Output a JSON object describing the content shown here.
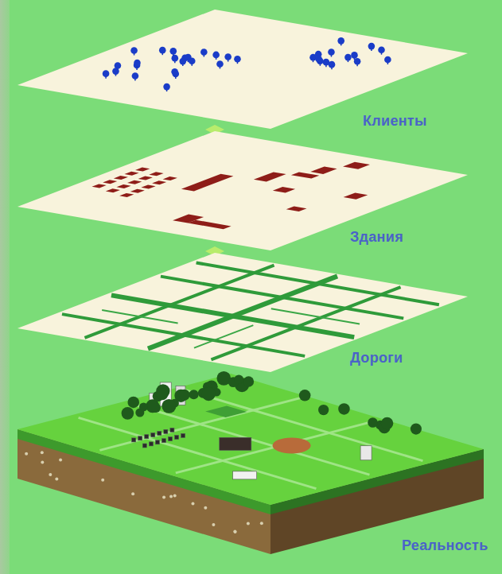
{
  "diagram": {
    "labels": [
      "Клиенты",
      "Здания",
      "Дороги",
      "Реальность"
    ]
  }
}
